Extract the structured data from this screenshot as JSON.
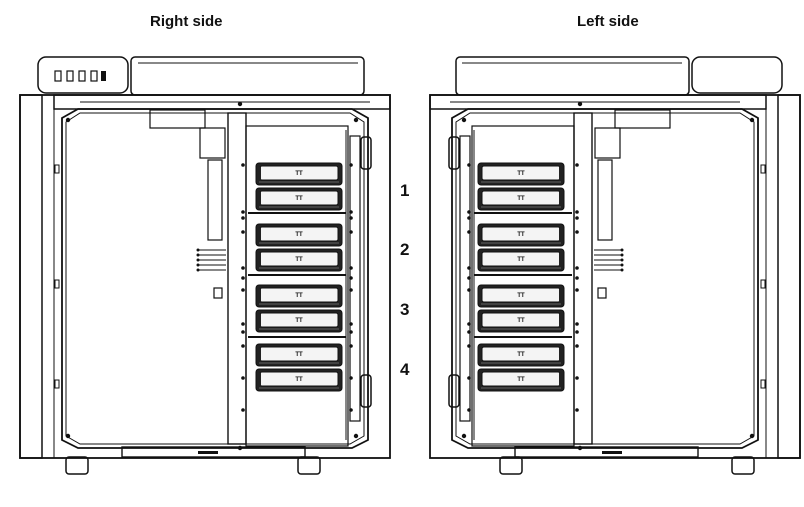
{
  "labels": {
    "right_side": "Right side",
    "left_side": "Left side"
  },
  "bay_numbers": [
    "1",
    "2",
    "3",
    "4"
  ],
  "drive_logo": "TT",
  "drive_bays_per_group": 2,
  "colors": {
    "outline": "#111111",
    "background": "#ffffff",
    "drive_fill": "#222222",
    "drive_face": "#f4f4f4"
  }
}
